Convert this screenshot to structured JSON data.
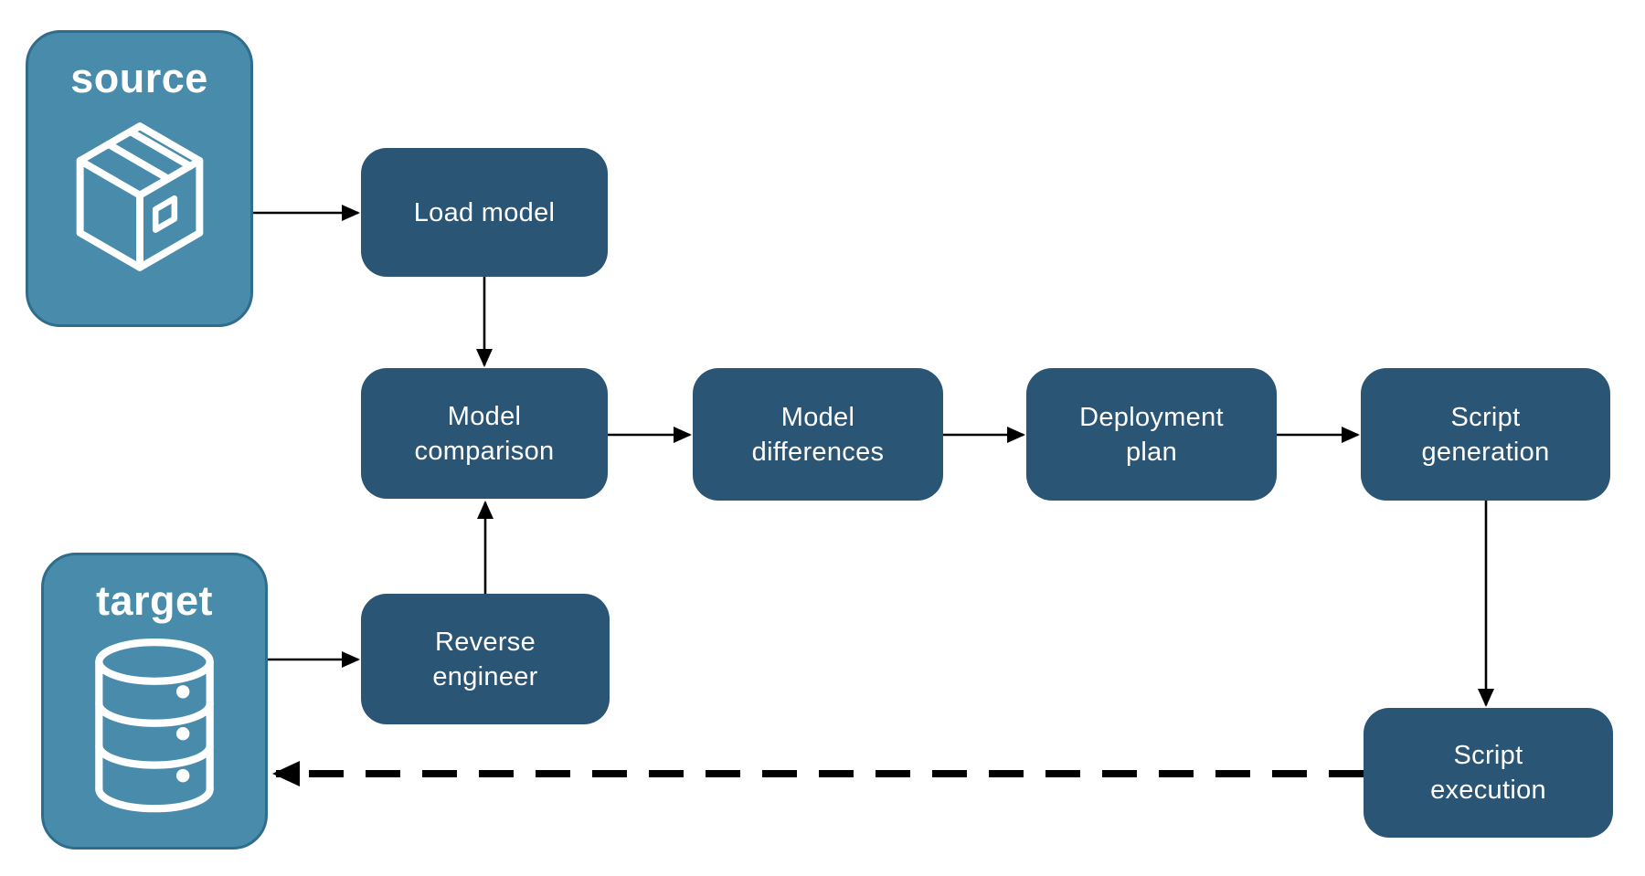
{
  "diagram": {
    "entities": {
      "source": {
        "label": "source",
        "icon": "package-icon"
      },
      "target": {
        "label": "target",
        "icon": "database-icon"
      }
    },
    "steps": {
      "load_model": {
        "label": "Load model"
      },
      "model_comparison": {
        "label": "Model\ncomparison"
      },
      "model_differences": {
        "label": "Model\ndifferences"
      },
      "deployment_plan": {
        "label": "Deployment\nplan"
      },
      "script_generation": {
        "label": "Script\ngeneration"
      },
      "reverse_engineer": {
        "label": "Reverse\nengineer"
      },
      "script_execution": {
        "label": "Script\nexecution"
      }
    },
    "edges": [
      {
        "from": "source",
        "to": "load_model",
        "style": "solid"
      },
      {
        "from": "load_model",
        "to": "model_comparison",
        "style": "solid"
      },
      {
        "from": "target",
        "to": "reverse_engineer",
        "style": "solid"
      },
      {
        "from": "reverse_engineer",
        "to": "model_comparison",
        "style": "solid"
      },
      {
        "from": "model_comparison",
        "to": "model_differences",
        "style": "solid"
      },
      {
        "from": "model_differences",
        "to": "deployment_plan",
        "style": "solid"
      },
      {
        "from": "deployment_plan",
        "to": "script_generation",
        "style": "solid"
      },
      {
        "from": "script_generation",
        "to": "script_execution",
        "style": "solid"
      },
      {
        "from": "script_execution",
        "to": "target",
        "style": "dashed"
      }
    ],
    "colors": {
      "step_fill": "#2B5574",
      "entity_fill": "#498BAB",
      "entity_border": "#2E6D8C",
      "text": "#FFFFFF",
      "arrow": "#000000",
      "background": "#FFFFFF"
    }
  }
}
